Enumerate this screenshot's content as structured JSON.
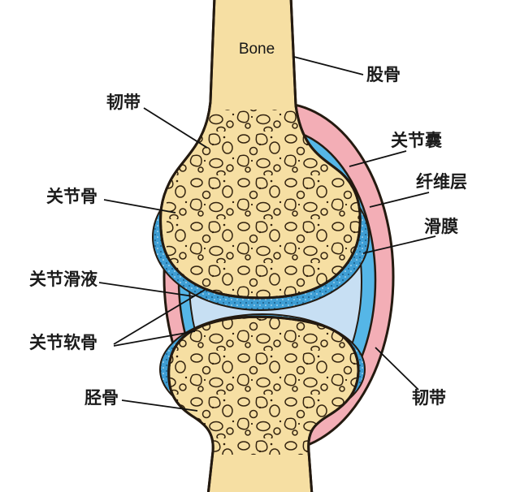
{
  "diagram": {
    "subject": "synovial-joint-anatomy",
    "labels": {
      "bone_en": "Bone",
      "femur": "股骨",
      "ligament_top": "韧带",
      "joint_capsule": "关节囊",
      "fibrous_layer": "纤维层",
      "synovial_membrane": "滑膜",
      "joint_bone": "关节骨",
      "synovial_fluid": "关节滑液",
      "articular_cartilage": "关节软骨",
      "tibia": "胫骨",
      "ligament_bottom": "韧带"
    },
    "colors": {
      "background": "#FFFFFF",
      "bone_fill": "#F6DFA3",
      "outline": "#241A10",
      "capsule_pink": "#F3AEB6",
      "membrane_blue": "#55B6E7",
      "cavity_blue": "#C7DFF3",
      "cartilage_blue": "#3E9ED4",
      "leader_line": "#111111",
      "label_text": "#1B1B1B"
    }
  }
}
